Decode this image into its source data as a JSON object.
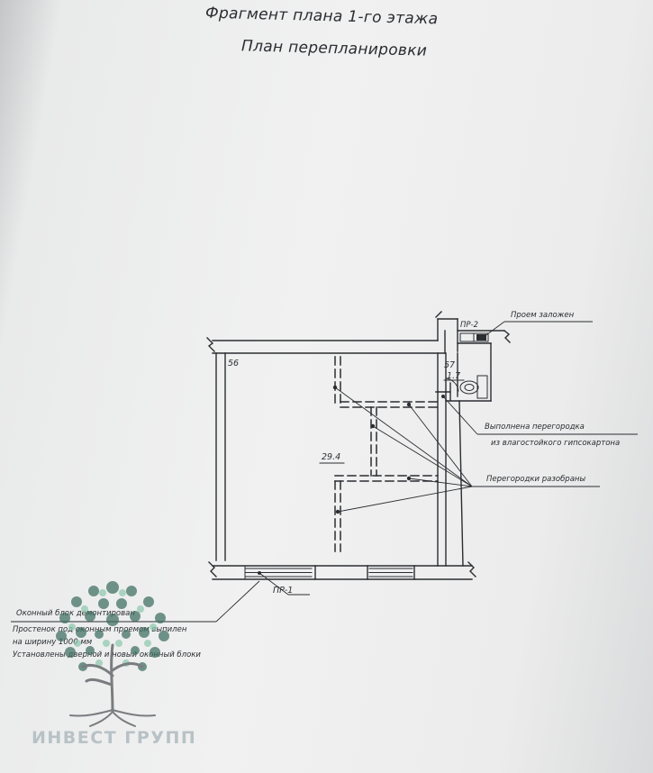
{
  "title": {
    "line1": "Фрагмент плана 1-го этажа",
    "line2": "План перепланировки"
  },
  "labels": {
    "room_56": "56",
    "room_57": "57",
    "area_57": "1.7",
    "area_main": "29.4",
    "opening_pr2": "ПР-2",
    "opening_pr1": "ПР-1"
  },
  "callouts": {
    "proem_zalozhen": "Проем заложен",
    "peregorodka_line1": "Выполнена перегородка",
    "peregorodka_line2": "из влагостойкого гипсокартона",
    "peregorodki_razobrany": "Перегородки разобраны"
  },
  "notes": {
    "line1": "Оконный блок демонтирован",
    "line2": "Простенок под оконным проемом выпилен",
    "line3": "на ширину 1000 мм",
    "line4": "Установлены дверной и новый оконный блоки"
  },
  "watermark": {
    "brand": "ИНВЕСТ ГРУПП"
  },
  "colors": {
    "ink": "#2a2d31",
    "paper": "#efefef",
    "logo_leaf_dark": "#3d6e60",
    "logo_leaf_light": "#8fc9b0",
    "brand_text": "#b8c2c6"
  }
}
